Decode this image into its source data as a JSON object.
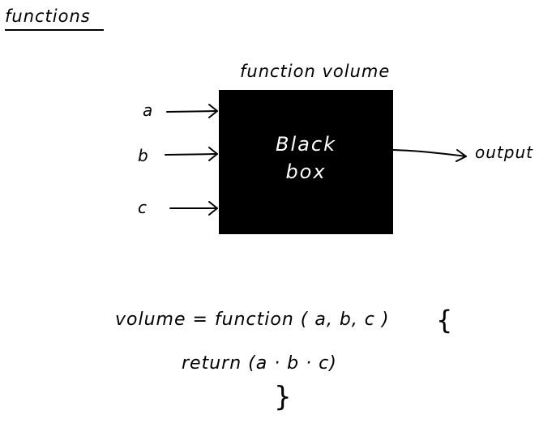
{
  "heading": "functions",
  "diagram": {
    "title": "function volume",
    "box_label_line1": "Black",
    "box_label_line2": "box",
    "inputs": [
      "a",
      "b",
      "c"
    ],
    "output": "output"
  },
  "code": {
    "line1": "volume = function ( a, b, c )",
    "open_brace": "{",
    "line2": "return (a · b · c)",
    "close_brace": "}"
  },
  "colors": {
    "ink": "#000000",
    "background": "#ffffff",
    "box_text": "#ffffff"
  }
}
